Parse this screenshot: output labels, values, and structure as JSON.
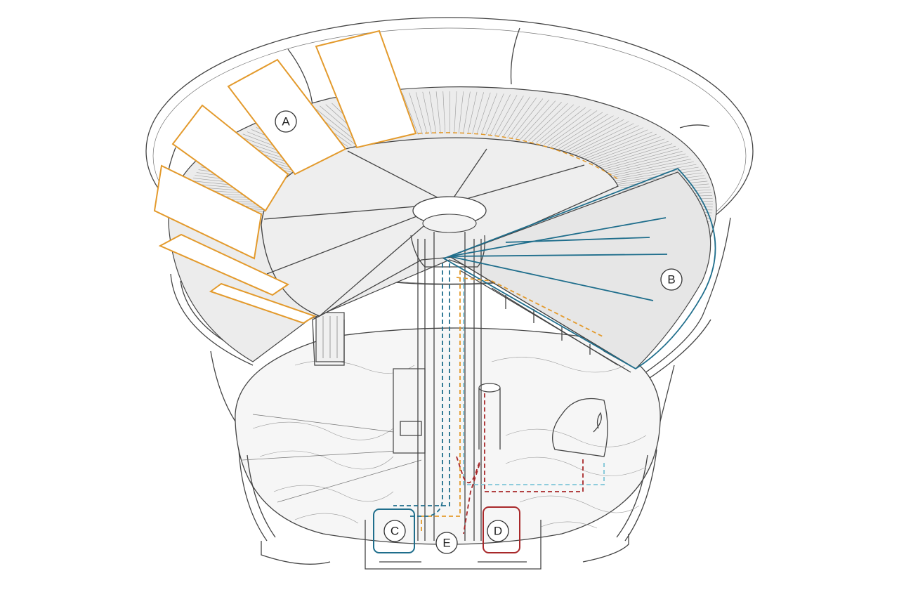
{
  "labels": {
    "a": "A",
    "b": "B",
    "c": "C",
    "d": "D",
    "e": "E"
  },
  "colors": {
    "line": "#444444",
    "orange": "#e39a2c",
    "blue": "#1f6e8c",
    "light_blue": "#7fc6d8",
    "red": "#a8282a",
    "floor": "#ededed",
    "wood": "#f6f6f6"
  }
}
